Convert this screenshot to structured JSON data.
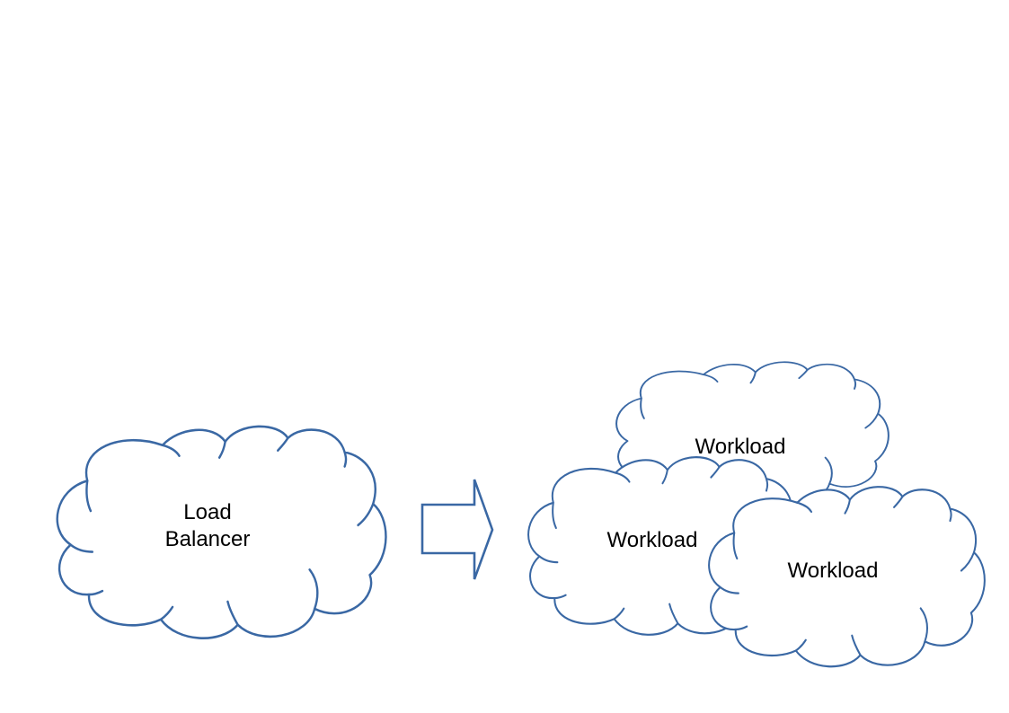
{
  "diagram": {
    "source": {
      "line1": "Load",
      "line2": "Balancer"
    },
    "connector": "arrow-right",
    "targets": [
      {
        "label": "Workload"
      },
      {
        "label": "Workload"
      },
      {
        "label": "Workload"
      }
    ]
  },
  "colors": {
    "stroke": "#3a68a4",
    "fill": "#ffffff",
    "text": "#000000"
  }
}
